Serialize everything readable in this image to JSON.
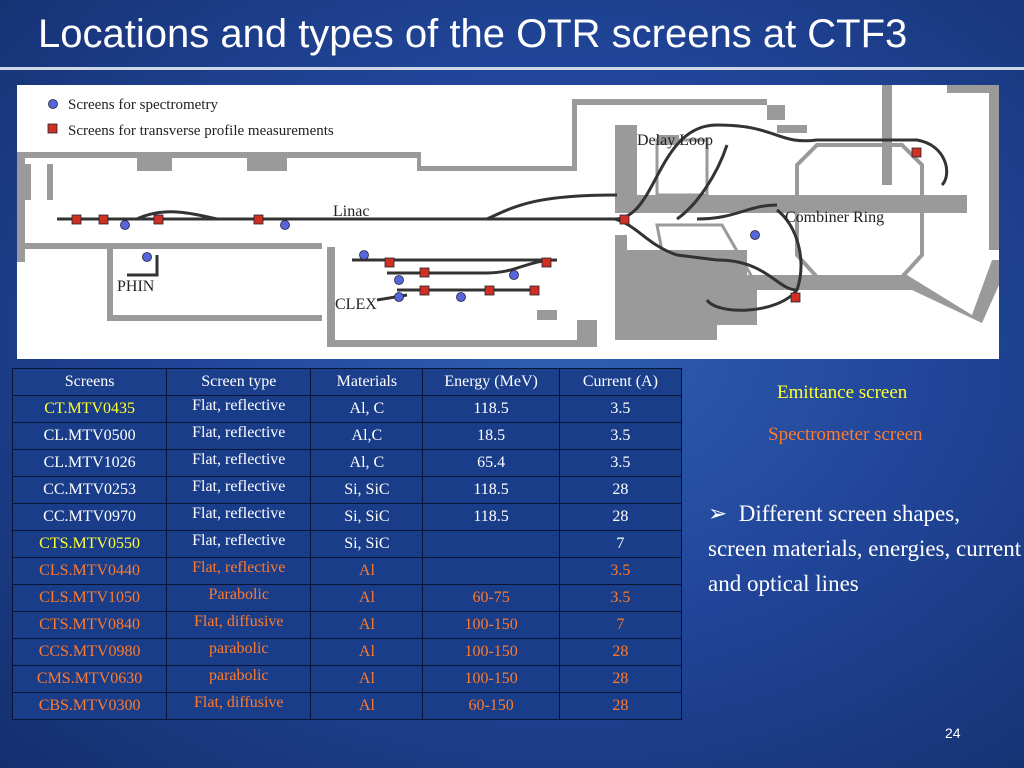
{
  "title": "Locations and types of the OTR screens at CTF3",
  "diagram": {
    "legend_spectrometry": "Screens for spectrometry",
    "legend_profile": "Screens for transverse profile measurements",
    "label_delay_loop": "Delay Loop",
    "label_combiner_ring": "Combiner Ring",
    "label_linac": "Linac",
    "label_phin": "PHIN",
    "label_clex": "CLEX",
    "colors": {
      "spectrometry_marker": "#5566dd",
      "profile_marker": "#d03020",
      "building": "#9a9a9a"
    }
  },
  "table": {
    "headers": [
      "Screens",
      "Screen type",
      "Materials",
      "Energy (MeV)",
      "Current (A)"
    ],
    "rows": [
      {
        "screen": "CT.MTV0435",
        "type": "Flat, reflective",
        "material": "Al, C",
        "energy": "118.5",
        "current": "3.5",
        "name_color": "yellow",
        "value_color": "white"
      },
      {
        "screen": "CL.MTV0500",
        "type": "Flat, reflective",
        "material": "Al,C",
        "energy": "18.5",
        "current": "3.5",
        "name_color": "white",
        "value_color": "white"
      },
      {
        "screen": "CL.MTV1026",
        "type": "Flat, reflective",
        "material": "Al, C",
        "energy": "65.4",
        "current": "3.5",
        "name_color": "white",
        "value_color": "white"
      },
      {
        "screen": "CC.MTV0253",
        "type": "Flat, reflective",
        "material": "Si, SiC",
        "energy": "118.5",
        "current": "28",
        "name_color": "white",
        "value_color": "white"
      },
      {
        "screen": "CC.MTV0970",
        "type": "Flat, reflective",
        "material": "Si, SiC",
        "energy": "118.5",
        "current": "28",
        "name_color": "white",
        "value_color": "white"
      },
      {
        "screen": "CTS.MTV0550",
        "type": "Flat, reflective",
        "material": "Si, SiC",
        "energy": "",
        "current": "7",
        "name_color": "yellow",
        "value_color": "white"
      },
      {
        "screen": "CLS.MTV0440",
        "type": "Flat, reflective",
        "material": "Al",
        "energy": "",
        "current": "3.5",
        "name_color": "orange",
        "value_color": "orange"
      },
      {
        "screen": "CLS.MTV1050",
        "type": "Parabolic",
        "material": "Al",
        "energy": "60-75",
        "current": "3.5",
        "name_color": "orange",
        "value_color": "orange"
      },
      {
        "screen": "CTS.MTV0840",
        "type": "Flat, diffusive",
        "material": "Al",
        "energy": "100-150",
        "current": "7",
        "name_color": "orange",
        "value_color": "orange"
      },
      {
        "screen": "CCS.MTV0980",
        "type": "parabolic",
        "material": "Al",
        "energy": "100-150",
        "current": "28",
        "name_color": "orange",
        "value_color": "orange"
      },
      {
        "screen": "CMS.MTV0630",
        "type": "parabolic",
        "material": "Al",
        "energy": "100-150",
        "current": "28",
        "name_color": "orange",
        "value_color": "orange"
      },
      {
        "screen": "CBS.MTV0300",
        "type": "Flat, diffusive",
        "material": "Al",
        "energy": "60-150",
        "current": "28",
        "name_color": "orange",
        "value_color": "orange"
      }
    ]
  },
  "notes": {
    "emittance": "Emittance screen",
    "spectrometer": "Spectrometer  screen",
    "bullet_symbol": "➢",
    "bullet_text": "Different screen shapes, screen  materials, energies, current and optical lines"
  },
  "page_number": "24"
}
